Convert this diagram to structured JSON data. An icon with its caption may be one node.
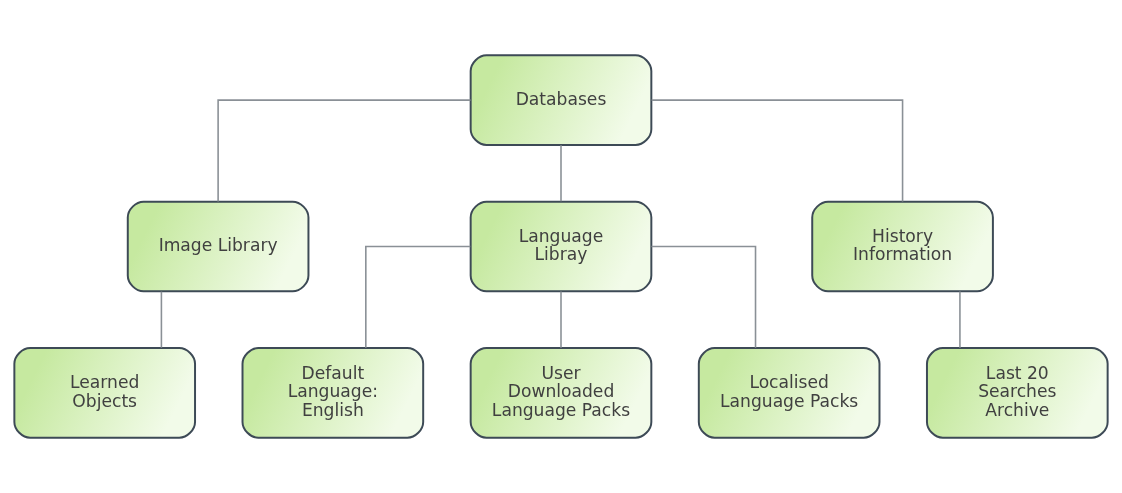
{
  "diagram": {
    "nodes": [
      {
        "text": [
          "Databases"
        ]
      },
      {
        "text": [
          "Image Library"
        ]
      },
      {
        "text": [
          "Language Libray"
        ]
      },
      {
        "text": [
          "History Information"
        ]
      },
      {
        "text": [
          "Learned Objects"
        ]
      },
      {
        "text": [
          "Default Language: English"
        ]
      },
      {
        "text": [
          "User Downloaded Language Packs"
        ]
      },
      {
        "text": [
          "Localised Language Packs"
        ]
      },
      {
        "text": [
          "Last 20 Searches Archive"
        ]
      }
    ],
    "edges": [
      {
        "from": 0,
        "to": 1,
        "arrow": "none"
      },
      {
        "from": 0,
        "to": 2,
        "arrow": "none"
      },
      {
        "from": 0,
        "to": 3,
        "arrow": "none"
      },
      {
        "from": 1,
        "to": 4,
        "arrow": "none"
      },
      {
        "from": 2,
        "to": 5,
        "arrow": "none"
      },
      {
        "from": 2,
        "to": 6,
        "arrow": "none"
      },
      {
        "from": 2,
        "to": 7,
        "arrow": "none"
      },
      {
        "from": 3,
        "to": 8,
        "arrow": "none"
      }
    ]
  }
}
